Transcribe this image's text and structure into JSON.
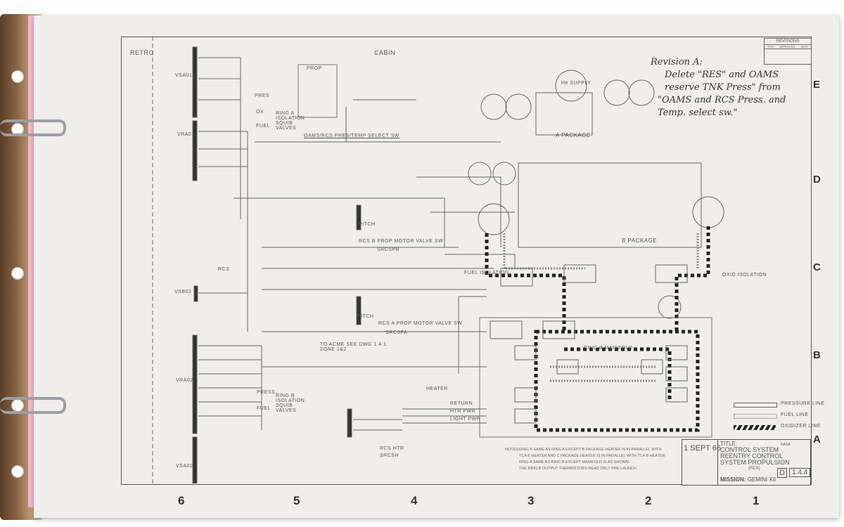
{
  "document": {
    "title_block": {
      "title_label": "TITLE:",
      "title_lines": [
        "CONTROL SYSTEM",
        "REENTRY CONTROL",
        "SYSTEM PROPULSION",
        "(RCS)"
      ],
      "mission_label": "MISSION:",
      "mission": "GEMINI XII",
      "date": "1 SEPT 66",
      "size": "D",
      "dwg_no": "1.4.4",
      "agency": "NASA"
    },
    "revisions": {
      "header": "REVISIONS",
      "columns": [
        "SYM",
        "APPROVED",
        "DATE"
      ]
    },
    "handwritten_note": [
      "Revision A:",
      "Delete \"RES\" and OAMS",
      "reserve TNK Press\" from",
      "\"OAMS and RCS Press. and",
      "Temp. select sw.\""
    ],
    "zones": [
      "E",
      "D",
      "C",
      "B",
      "A"
    ],
    "columns": [
      "6",
      "5",
      "4",
      "3",
      "2",
      "1"
    ],
    "labels": {
      "retro": "RETRO",
      "cabin": "CABIN",
      "prop": "PROP",
      "a_package": "A PACKAGE",
      "b_package": "B PACKAGE",
      "vsa01": "VSA01",
      "vra01": "VRA01",
      "vra02": "VRA02",
      "vsa02": "VSA02",
      "vsb02": "VSB02",
      "pres": "PRES",
      "ox": "OX",
      "fuel": "FUEL",
      "press2": "PRESS.",
      "fuel2": "FUEL",
      "ring_a_valves": "RING A ISOLATION SQUIB VALVES",
      "ring_b_valves": "RING B ISOLATION SQUIB VALVES",
      "select_sw": "OAMS/RCS PRES/TEMP SELECT SW",
      "he_supply": "He SUPPLY",
      "rcs_b_motor": "RCS B PROP MOTOR VALVE SW",
      "rcs_a_motor": "RCS A PROP MOTOR VALVE SW",
      "srcs_b": "SRCSPB",
      "srcs_a": "SRCSPA",
      "srcs_h": "SRCSH",
      "pitch": "PITCH",
      "rcs": "RCS",
      "to_acme": "TO ACME SEE DWG 1.4.1 ZONE 1&2",
      "heater": "HEATER",
      "return": "RETURN",
      "heater_pwr": "HTR PWR",
      "light_pwr": "LIGHT PWR",
      "rcs_htr": "RCS HTR",
      "ring_manifold": "RING B MANIFOLD",
      "fuel_isolation": "FUEL ISOLATION",
      "ox_isolation": "OXID ISOLATION"
    },
    "legend": [
      {
        "label": "PRESSURE LINE"
      },
      {
        "label": "FUEL LINE"
      },
      {
        "label": "OXIDIZER LINE"
      }
    ],
    "notes": {
      "header": "NOTES:",
      "items": [
        "RING B SAME AS RING A EXCEPT B PACKAGE HEATER IS IN PARALLEL WITH TCA B HEATER AND C PACKAGE HEATER IS IN PARALLEL WITH TCA B HEATER",
        "RING A SAME AS RING B EXCEPT MANIFOLD IS AS SHOWN",
        "THE RING B OUTPUT THERMISTORS READ ONLY PRE-LAUNCH"
      ]
    }
  }
}
